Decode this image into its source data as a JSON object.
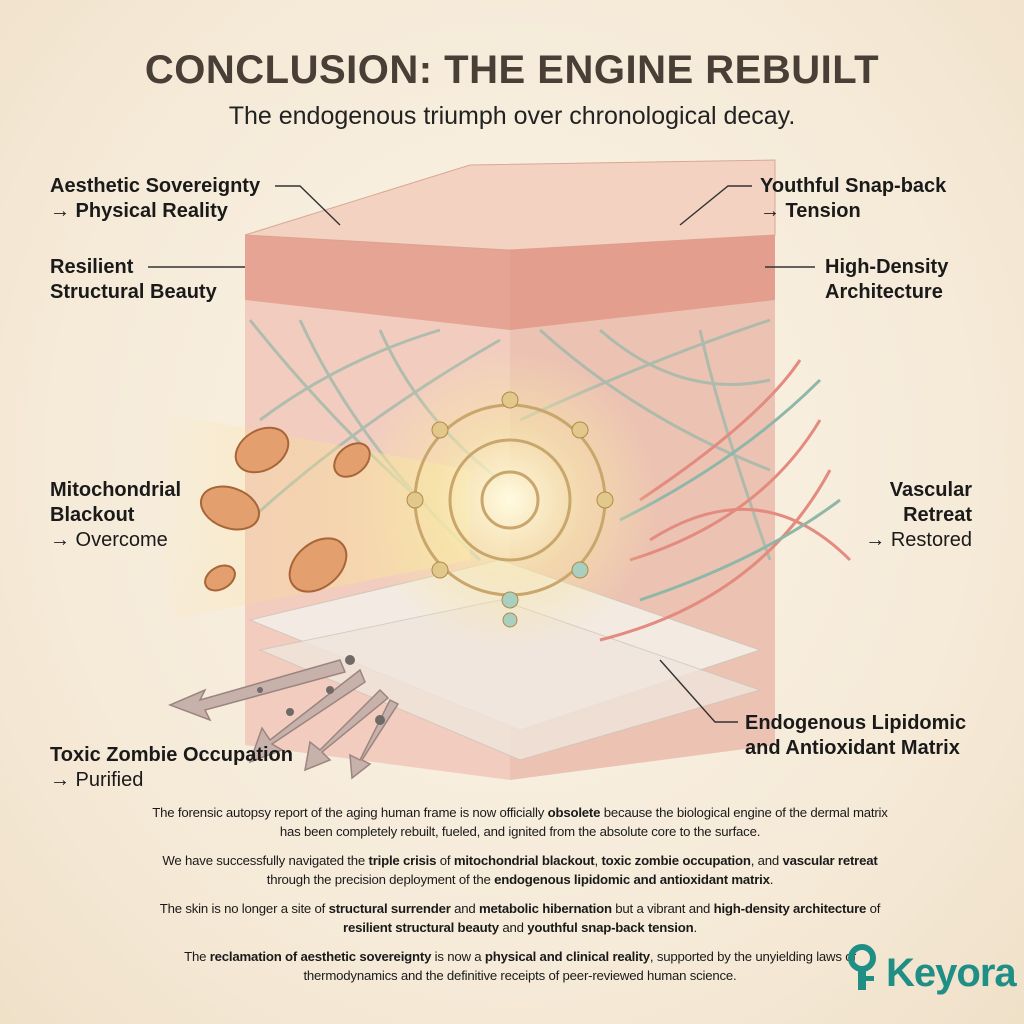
{
  "title": "CONCLUSION: THE ENGINE REBUILT",
  "subtitle": "The endogenous triumph over chronological decay.",
  "labels": {
    "aesthetic": {
      "line1": "Aesthetic Sovereignty",
      "line2": "→ Physical Reality"
    },
    "resilient": {
      "line1": "Resilient",
      "line2": "Structural Beauty"
    },
    "mito": {
      "line1": "Mitochondrial",
      "line2": "Blackout",
      "line3": "→ Overcome"
    },
    "toxic": {
      "line1": "Toxic Zombie Occupation",
      "line2": "→ Purified"
    },
    "snap": {
      "line1": "Youthful Snap-back",
      "line2": "→ Tension"
    },
    "density": {
      "line1": "High-Density",
      "line2": "Architecture"
    },
    "vascular": {
      "line1": "Vascular",
      "line2": "Retreat",
      "line3": "→ Restored"
    },
    "lipid": {
      "line1": "Endogenous Lipidomic",
      "line2": "and Antioxidant Matrix"
    }
  },
  "paragraphs": [
    [
      {
        "t": "The forensic autopsy report of the aging human frame is now officially "
      },
      {
        "t": "obsolete",
        "b": true
      },
      {
        "t": " because the biological engine of the dermal matrix has been completely rebuilt, fueled, and ignited from the absolute core to the surface."
      }
    ],
    [
      {
        "t": "We have successfully navigated the "
      },
      {
        "t": "triple crisis",
        "b": true
      },
      {
        "t": " of "
      },
      {
        "t": "mitochondrial blackout",
        "b": true
      },
      {
        "t": ", "
      },
      {
        "t": "toxic zombie occupation",
        "b": true
      },
      {
        "t": ", and "
      },
      {
        "t": "vascular retreat",
        "b": true
      },
      {
        "t": " through the precision deployment of the "
      },
      {
        "t": "endogenous lipidomic and antioxidant matrix",
        "b": true
      },
      {
        "t": "."
      }
    ],
    [
      {
        "t": "The skin is no longer a site of "
      },
      {
        "t": "structural surrender",
        "b": true
      },
      {
        "t": " and "
      },
      {
        "t": "metabolic hibernation",
        "b": true
      },
      {
        "t": " but a vibrant and "
      },
      {
        "t": "high-density architecture",
        "b": true
      },
      {
        "t": " of "
      },
      {
        "t": "resilient structural beauty",
        "b": true
      },
      {
        "t": " and "
      },
      {
        "t": "youthful snap-back tension",
        "b": true
      },
      {
        "t": "."
      }
    ],
    [
      {
        "t": "The "
      },
      {
        "t": "reclamation of aesthetic sovereignty",
        "b": true
      },
      {
        "t": " is now a "
      },
      {
        "t": "physical and clinical reality",
        "b": true
      },
      {
        "t": ", supported by the unyielding laws of thermodynamics and the definitive receipts of peer-reviewed human science."
      }
    ]
  ],
  "logo": "Keyora",
  "colors": {
    "brand": "#1f8f86",
    "title": "#4a3f36",
    "skin": "#efc2b0",
    "dermis": "#e39a8a"
  }
}
